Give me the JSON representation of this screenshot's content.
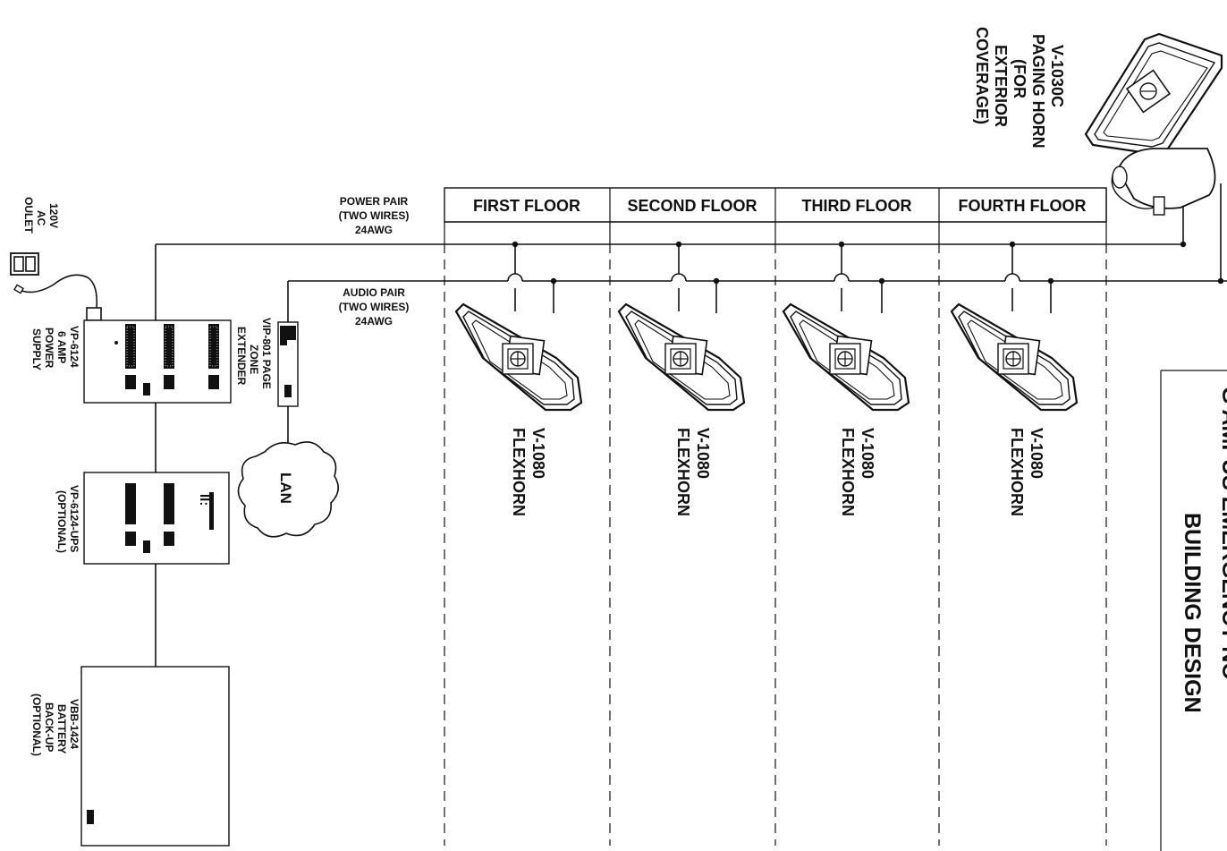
{
  "title": {
    "main": "BUILDING DESIGN",
    "partial": "G AMPUS EMERGENCY NO"
  },
  "wires": {
    "power": [
      "POWER PAIR",
      "(TWO WIRES)",
      "24AWG"
    ],
    "audio": [
      "AUDIO PAIR",
      "(TWO WIRES)",
      "24AWG"
    ]
  },
  "floors": [
    "FIRST FLOOR",
    "SECOND FLOOR",
    "THIRD FLOOR",
    "FOURTH FLOOR"
  ],
  "speakers": [
    {
      "model": "V-1080",
      "type": "FLEXHORN"
    },
    {
      "model": "V-1080",
      "type": "FLEXHORN"
    },
    {
      "model": "V-1080",
      "type": "FLEXHORN"
    },
    {
      "model": "V-1080",
      "type": "FLEXHORN"
    }
  ],
  "horn": [
    "V-1030C",
    "PAGING HORN",
    "(FOR",
    "EXTERIOR",
    "COVERAGE)"
  ],
  "outlet": [
    "120V",
    "AC",
    "OULET"
  ],
  "power_supply": [
    "VP-6124",
    "6 AMP",
    "POWER",
    "SUPPLY"
  ],
  "zone_extender": [
    "VIP-801 PAGE",
    "ZONE",
    "EXTENDER"
  ],
  "lan": "LAN",
  "ups": [
    "VP-6124-UPS",
    "(OPTIONAL)"
  ],
  "battery": [
    "VBB-1424",
    "BATTERY",
    "BACK-UP",
    "(OPTIONAL)"
  ]
}
